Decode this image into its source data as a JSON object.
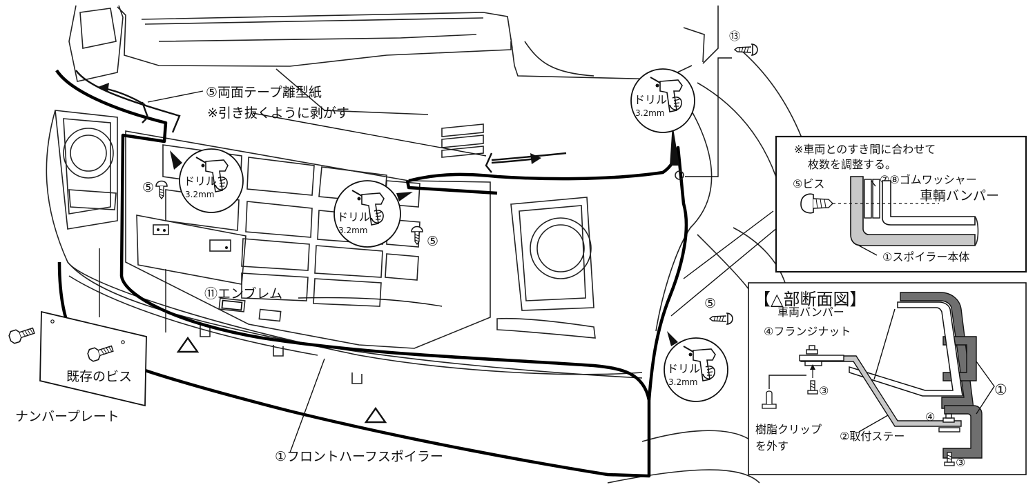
{
  "labels": {
    "tape_release_1": "⑤両面テープ離型紙",
    "tape_release_2": "※引き抜くように剥がす",
    "emblem": "⑪エンブレム",
    "existing_screw": "既存のビス",
    "number_plate": "ナンバープレート",
    "front_spoiler": "①フロントハーフスポイラー",
    "screw_13": "⑬",
    "screw_5": "⑤"
  },
  "drill": {
    "label": "ドリル",
    "size": "3.2mm"
  },
  "inset_gap": {
    "note_1": "※車両とのすき間に合わせて",
    "note_2": "枚数を調整する。",
    "washer": "⑦⑧ゴムワッシャー",
    "screw": "⑤ビス",
    "vehicle_bumper": "車輌バンパー",
    "spoiler_body": "①スポイラー本体"
  },
  "inset_section": {
    "title": "【△部断面図】",
    "vehicle_bumper": "車両バンパー",
    "flange_nut": "④フランジナット",
    "part_4": "④",
    "part_3": "③",
    "part_1": "①",
    "clip_1": "樹脂クリップ",
    "clip_2": "を外す",
    "stay": "②取付ステー"
  }
}
